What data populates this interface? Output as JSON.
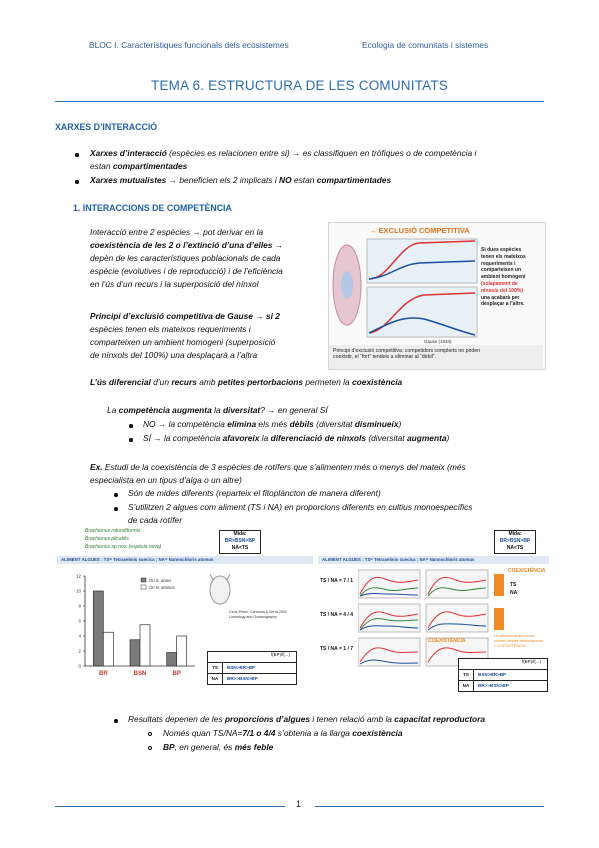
{
  "header": {
    "left": "BLOC I. Característiques funcionals dels ecosistemes",
    "right": "Ecologia de comunitats i sistemes"
  },
  "title": "TEMA 6. ESTRUCTURA DE LES COMUNITATS",
  "section1": {
    "heading": "XARXES D’INTERACCIÓ",
    "bullet1": {
      "term": "Xarxes d’interacció",
      "line1_rest": " (espècies es relacionen entre si) → es classifiquen en tròfiques o de competència i",
      "line2": "estan ",
      "line2_bold": "compartimentades"
    },
    "bullet2": {
      "term": "Xarxes mutualistes",
      "rest": " → beneficien els 2 implicats i ",
      "no": "NO",
      "rest2": " estan ",
      "bold": "compartimentades"
    }
  },
  "section2": {
    "heading": "1.   INTERACCIONS DE COMPETÈNCIA",
    "para1": [
      "Interacció entre 2 espècies → pot derivar en la",
      "coexistència de les 2 o l’extinció d’una d’elles →",
      "depèn de les característiques poblacionals de cada",
      "espècie (evolutives i de reproducció) i de l’eficiència",
      "en l’ús d’un recurs i la superposició del nínxol"
    ],
    "para2": [
      "Principi d’exclusió competitiva de Gause → si 2",
      "espècies tenen els mateixos requeriments i",
      "comparteixen un ambient homogeni (superposició",
      "de nínxols del 100%) una desplaçarà a l’altra"
    ],
    "line_diff": "L’ús diferencial d’un recurs amb petites pertorbacions permeten la coexistència",
    "question": "La competència augmenta la diversitat? → en general SÍ",
    "sub1": "NO → la competència elimina els més dèbils (diversitat disminueix)",
    "sub2": "SÍ → la competència afavoreix la diferenciació de nínxols (diversitat augmenta)",
    "example1": "Ex. Estudi de la coexistència de 3 espècies de rotífers que s’alimenten més o menys del mateix (més",
    "example2": "especialista en un tipus d’alga o un altre)",
    "ex_b1": "Són de mides diferents (reparteix el fitoplàncton de manera diferent)",
    "ex_b2a": "S’utilitzen 2 algues com aliment (TS i NA) en proporcions diferents en cultius monoespecífics",
    "ex_b2b": "de cada rotífer",
    "results": "Resultats depenen de les proporcions d’algues i tenen relació amb la capacitat reproductora",
    "res_o1": "Només quan TS/NA=7/1 o 4/4 s’obtenia a la llarga coexistència",
    "res_o2": "BP, en general, és més feble"
  },
  "figure_exclusion": {
    "title": "→ EXCLUSIÓ COMPETITIVA",
    "side_text": [
      "Si dues espècies",
      "tenen els mateixos",
      "requeriments i",
      "comparteixen un",
      "ambient homogeni",
      "(solapament de",
      "nínxols del 100%)",
      "una acabarà per",
      "desplaçar a l’altre."
    ],
    "gause": "Gause (1934)",
    "caption1": "Principi d’exclusió competitiva: competidors complerts no poden",
    "caption2": "coexistir, el “fort” tendeix a eliminar al “dèbil”."
  },
  "figure_rotifers": {
    "species": [
      "Brachionus rotundiformis",
      "Brachionus plicatilis",
      "Brachionus sp.nov. (espècie nova)"
    ],
    "mida_label": "Mida:",
    "mida_value": "BR>BSN>BP",
    "mida_value2": "NA<TS",
    "aliment": "ALIMENT ALGUES :  TS= Tetraselmis suecica ; NA= Nannochloris atomus",
    "categories": [
      "BR",
      "BSN",
      "BP"
    ],
    "legend": [
      "On S. areus",
      "On N. atomus"
    ],
    "citation": "Ciros-Pérez, Carmona & Serra 2001 Limnology and Oceanography",
    "table_header": "f(BP)/f(...)",
    "table_rows": [
      {
        "label": "TS",
        "value": "BSN>BR>BP"
      },
      {
        "label": "NA",
        "value": "BR>>BSN>BP"
      }
    ],
    "ratios": [
      "TS / NA = 7 / 1",
      "TS / NA = 4 / 4",
      "TS / NA = 1 / 7"
    ],
    "coexist_label": "COEXISTÈNCIA",
    "right_legend": [
      "TS",
      "NA"
    ],
    "note": "Ús diferencial del recurs comem petites pertorbacions = COEXISTÈNCIA"
  },
  "chart_data": {
    "type": "bar",
    "categories": [
      "BR",
      "BSN",
      "BP"
    ],
    "series": [
      {
        "name": "On S. areus",
        "values": [
          10,
          3.5,
          1.8
        ]
      },
      {
        "name": "On N. atomus",
        "values": [
          4.5,
          5.5,
          4.0
        ]
      }
    ],
    "ylim": [
      0,
      12
    ]
  },
  "footer": {
    "page": "1"
  }
}
